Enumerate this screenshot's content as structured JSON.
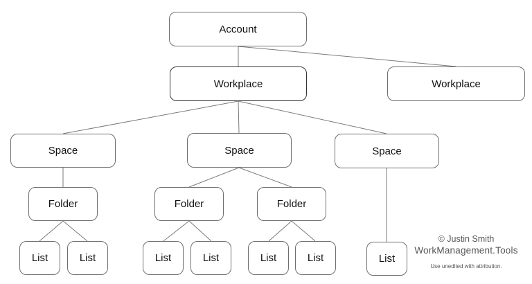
{
  "diagram": {
    "account": "Account",
    "workplaces": [
      "Workplace",
      "Workplace"
    ],
    "spaces": [
      "Space",
      "Space",
      "Space"
    ],
    "folders": [
      "Folder",
      "Folder",
      "Folder"
    ],
    "lists": [
      "List",
      "List",
      "List",
      "List",
      "List",
      "List",
      "List"
    ]
  },
  "credit": {
    "author": "© Justin Smith",
    "site": "WorkManagement.Tools",
    "note": "Use unedited with attribution."
  }
}
